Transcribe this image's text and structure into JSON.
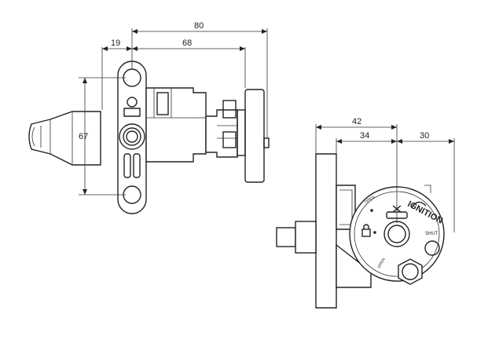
{
  "dimensions": {
    "d80": "80",
    "d68": "68",
    "d19": "19",
    "d67": "67",
    "d42": "42",
    "d34": "34",
    "d30": "30"
  },
  "face": {
    "ignition": "IGNITION",
    "open_top": "OPEN",
    "open_bottom": "OPEN",
    "shut": "SHUT"
  }
}
